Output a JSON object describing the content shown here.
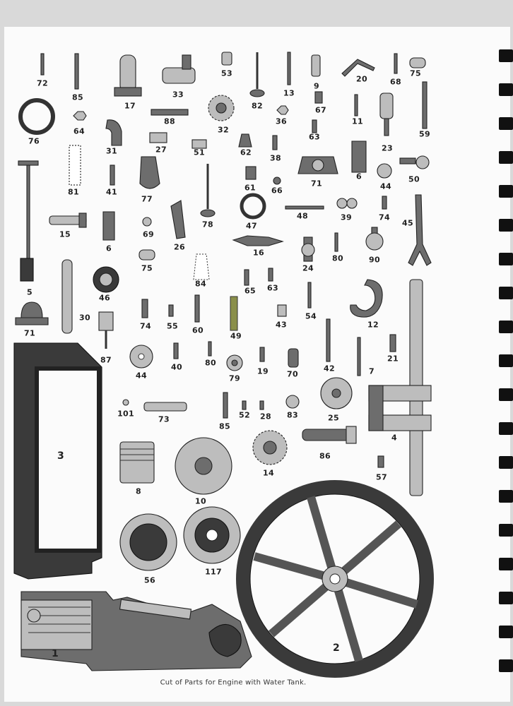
{
  "caption": "Cut of Parts for Engine with Water Tank.",
  "labels": {
    "l72": "72",
    "l85a": "85",
    "l17": "17",
    "l33": "33",
    "l53": "53",
    "l82": "82",
    "l13": "13",
    "l9": "9",
    "l20": "20",
    "l68": "68",
    "l75a": "75",
    "l76": "76",
    "l64": "64",
    "l88": "88",
    "l32": "32",
    "l36": "36",
    "l67": "67",
    "l11": "11",
    "l23": "23",
    "l59": "59",
    "l31": "31",
    "l27": "27",
    "l51": "51",
    "l62": "62",
    "l38": "38",
    "l63a": "63",
    "l81": "81",
    "l41": "41",
    "l77": "77",
    "l61": "61",
    "l66": "66",
    "l71a": "71",
    "l6a": "6",
    "l44a": "44",
    "l50": "50",
    "l15": "15",
    "l69": "69",
    "l78": "78",
    "l47": "47",
    "l48": "48",
    "l39": "39",
    "l74a": "74",
    "l45": "45",
    "l6b": "6",
    "l26": "26",
    "l16": "16",
    "l24": "24",
    "l80a": "80",
    "l90": "90",
    "l5": "5",
    "l75b": "75",
    "l84": "84",
    "l65": "65",
    "l63b": "63",
    "l46": "46",
    "l12": "12",
    "l30": "30",
    "l74b": "74",
    "l55": "55",
    "l60": "60",
    "l49": "49",
    "l43": "43",
    "l54": "54",
    "l71b": "71",
    "l87": "87",
    "l44b": "44",
    "l40": "40",
    "l80b": "80",
    "l79": "79",
    "l19": "19",
    "l70": "70",
    "l42": "42",
    "l7": "7",
    "l21": "21",
    "l3": "3",
    "l101": "101",
    "l73": "73",
    "l85b": "85",
    "l52": "52",
    "l28": "28",
    "l83": "83",
    "l25": "25",
    "l4": "4",
    "l86": "86",
    "l8": "8",
    "l10": "10",
    "l14": "14",
    "l57": "57",
    "l56": "56",
    "l117": "117",
    "l1": "1",
    "l2": "2"
  }
}
